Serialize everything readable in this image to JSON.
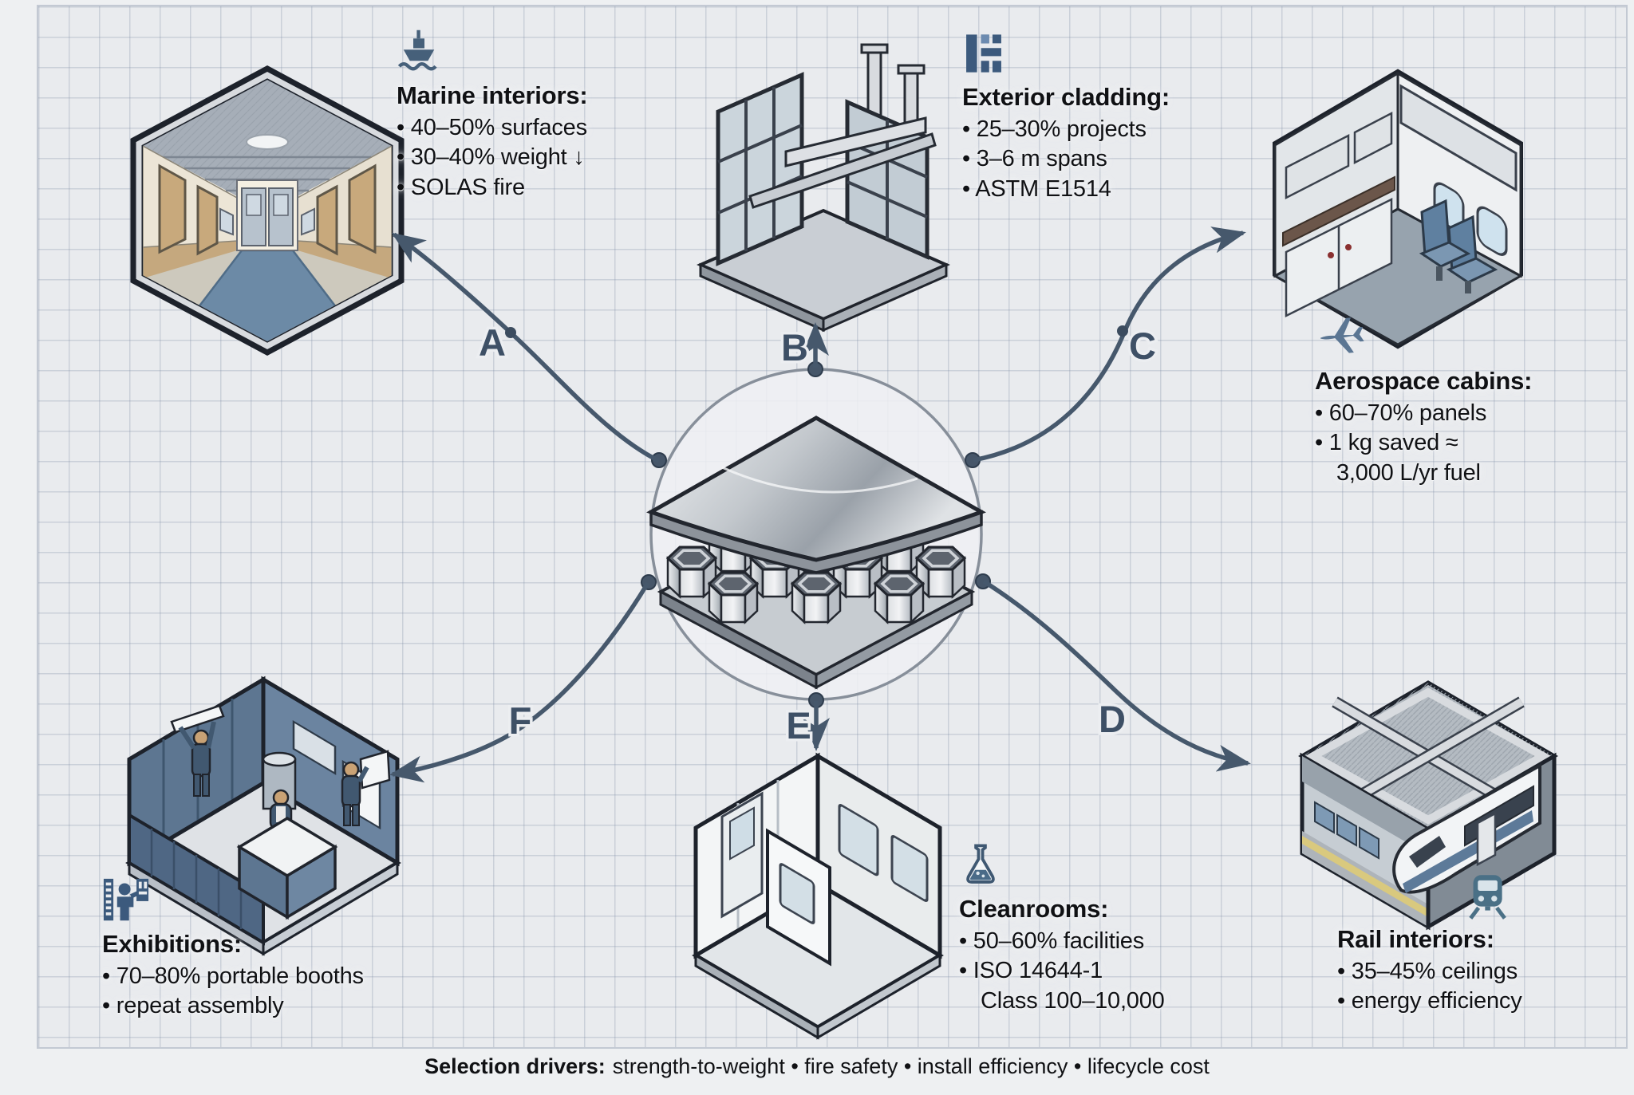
{
  "sections": {
    "marine": {
      "icon": "ship-icon",
      "title": "Marine interiors:",
      "lines": [
        "• 40–50% surfaces",
        "• 30–40% weight ↓",
        "• SOLAS fire"
      ]
    },
    "cladding": {
      "icon": "cladding-panels-icon",
      "title": "Exterior cladding:",
      "lines": [
        "• 25–30% projects",
        "• 3–6 m spans",
        "• ASTM E1514"
      ]
    },
    "aerospace": {
      "icon": "airplane-icon",
      "title": "Aerospace cabins:",
      "lines": [
        "• 60–70% panels",
        "• 1 kg saved ≈",
        "3,000 L/yr fuel"
      ]
    },
    "rail": {
      "icon": "train-icon",
      "title": "Rail interiors:",
      "lines": [
        "• 35–45% ceilings",
        "• energy efficiency"
      ]
    },
    "cleanrooms": {
      "icon": "flask-icon",
      "title": "Cleanrooms:",
      "lines": [
        "• 50–60% facilities",
        "• ISO 14644-1",
        "Class 100–10,000"
      ]
    },
    "exhibitions": {
      "icon": "exhibition-booth-icon",
      "title": "Exhibitions:",
      "lines": [
        "• 70–80% portable booths",
        "• repeat assembly"
      ]
    }
  },
  "connectors": {
    "a": "A",
    "b": "B",
    "c": "C",
    "d": "D",
    "e": "E",
    "f": "F"
  },
  "core": {
    "subject": "aluminum-honeycomb-sandwich-panel"
  },
  "footer": {
    "label": "Selection drivers:",
    "items": "strength-to-weight • fire safety • install efficiency • lifecycle cost"
  },
  "colors": {
    "background": "#e9ebee",
    "grid_line": "#c3c9d3",
    "accent_slate": "#46586c",
    "letter_slate": "#3e5066",
    "ink": "#101114",
    "steel_blue": "#6c8aa6",
    "panel_silver": "#c9cdd2",
    "wall_cream": "#ece5d6",
    "booth_blue": "#5d7691"
  }
}
